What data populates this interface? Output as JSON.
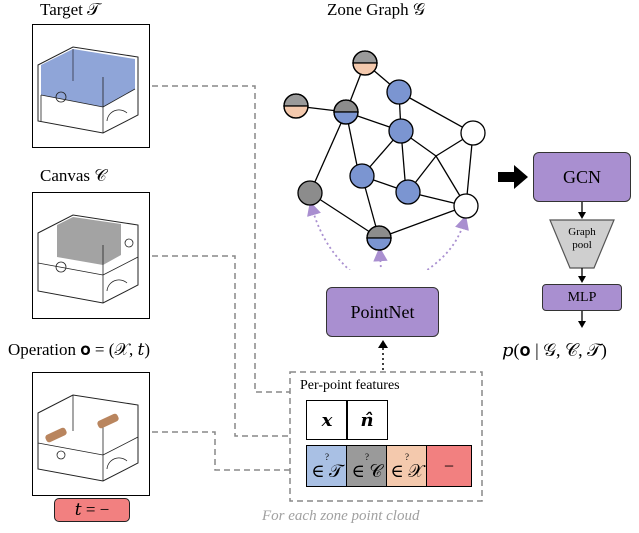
{
  "panels": {
    "target_title": "Target 𝒯",
    "canvas_title": "Canvas 𝒞",
    "operation_title": "Operation 𝐨 = (𝒳, 𝑡)",
    "op_badge": "𝑡 = −"
  },
  "graph": {
    "title": "Zone Graph 𝒢",
    "pointnet_label": "PointNet"
  },
  "features": {
    "title": "Per-point features",
    "x_label": "𝒙",
    "n_label": "𝒏̂",
    "cells": [
      {
        "q": "?",
        "sym": "∈ 𝒯",
        "color": "#a9c0e4"
      },
      {
        "q": "?",
        "sym": "∈ 𝒞",
        "color": "#9a9a9a"
      },
      {
        "q": "?",
        "sym": "∈ 𝒳",
        "color": "#f4c9ad"
      },
      {
        "q": "",
        "sym": "−",
        "color": "#f28080"
      }
    ],
    "caption": "For each zone point cloud"
  },
  "pipeline": {
    "gcn_label": "GCN",
    "pool_label_1": "Graph",
    "pool_label_2": "pool",
    "mlp_label": "MLP",
    "output_label": "𝑝(𝐨 | 𝒢, 𝒞, 𝒯)"
  },
  "colors": {
    "target_blue": "#7b95d1",
    "canvas_gray": "#8c8c8c",
    "op_peach": "#f4c9ad",
    "op_red": "#f28080",
    "node_purple": "#a98fd0"
  }
}
